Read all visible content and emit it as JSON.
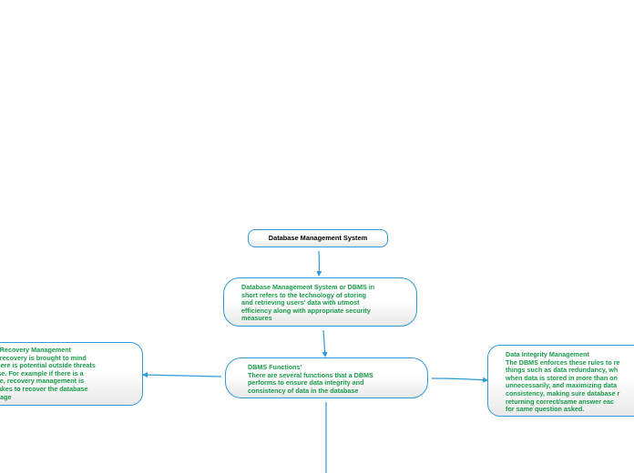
{
  "nodes": {
    "root": {
      "text": "Database Management System"
    },
    "definition": {
      "text": "Database Management System or DBMS in\nshort refers to the technology of storing\nand retrieving users' data with utmost\nefficiency along with appropriate security\nmeasures"
    },
    "functions": {
      "text": "DBMS Functions'\nThere are several functions that a DBMS\nperforms to ensure data integrity and\nconsistency of data in the database"
    },
    "backup": {
      "text": "nd Recovery Management\nnd recovery is brought to mind\nr there is potential outside threats\nbase. For example if there is a\ntage, recovery management is\nit takes to recover the database\noutage"
    },
    "integrity": {
      "text": "Data Integrity Management\nThe DBMS enforces these rules to re\nthings such as data redundancy, wh\nwhen data is stored in more than on\nunnecessarily, and maximizing data\nconsistency, making sure database r\nreturning correct/same answer eac\nfor same question asked."
    }
  },
  "colors": {
    "border": "#2e9ad6",
    "connector": "#2e9ad6",
    "body_text": "#1a9a4a",
    "title_text": "#000000"
  }
}
